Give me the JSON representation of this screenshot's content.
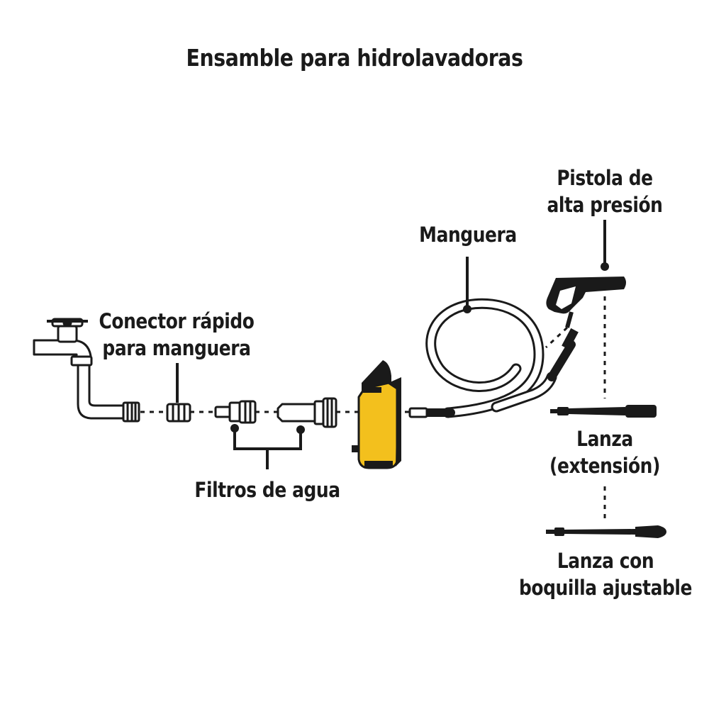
{
  "title": "Ensamble para hidrolavadoras",
  "labels": {
    "conector": [
      "Conector rápido",
      "para manguera"
    ],
    "filtros": "Filtros de agua",
    "manguera": "Manguera",
    "pistola": [
      "Pistola de",
      "alta presión"
    ],
    "lanza_ext": [
      "Lanza",
      "(extensión)"
    ],
    "lanza_boquilla": [
      "Lanza con",
      "boquilla ajustable"
    ]
  },
  "colors": {
    "ink": "#1a1a1a",
    "machine_yellow": "#f3c01d",
    "hose_fill": "#ffffff"
  }
}
